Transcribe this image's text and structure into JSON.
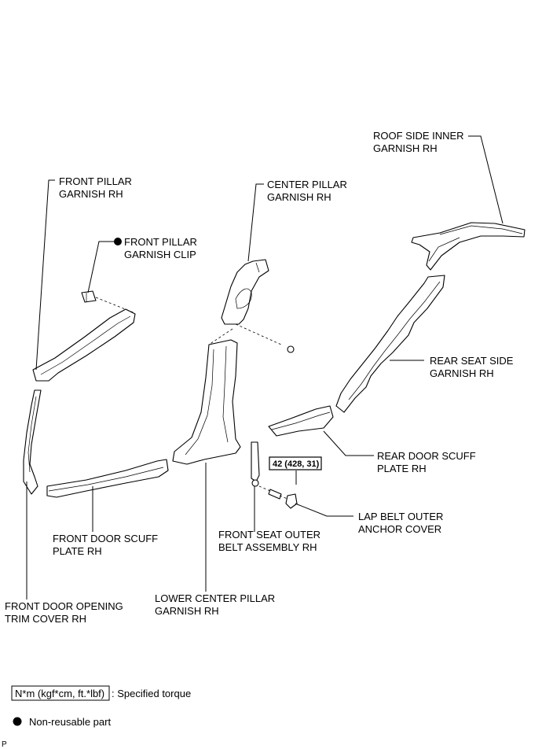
{
  "labels": {
    "roof_side_inner": [
      "ROOF SIDE INNER",
      "GARNISH RH"
    ],
    "front_pillar": [
      "FRONT PILLAR",
      "GARNISH RH"
    ],
    "center_pillar": [
      "CENTER PILLAR",
      "GARNISH RH"
    ],
    "front_pillar_clip": [
      "FRONT PILLAR",
      "GARNISH CLIP"
    ],
    "rear_seat_side": [
      "REAR SEAT SIDE",
      "GARNISH RH"
    ],
    "rear_door_scuff": [
      "REAR DOOR SCUFF",
      "PLATE RH"
    ],
    "lap_belt_cover": [
      "LAP BELT OUTER",
      "ANCHOR COVER"
    ],
    "front_door_scuff": [
      "FRONT DOOR SCUFF",
      "PLATE RH"
    ],
    "front_seat_belt": [
      "FRONT SEAT OUTER",
      "BELT ASSEMBLY RH"
    ],
    "lower_center_pillar": [
      "LOWER CENTER PILLAR",
      "GARNISH RH"
    ],
    "front_door_opening": [
      "FRONT DOOR OPENING",
      "TRIM COVER RH"
    ]
  },
  "torque": "42 (428, 31)",
  "legend": {
    "torque_box": "N*m (kgf*cm, ft.*lbf)",
    "torque_text": ": Specified torque",
    "nonreusable_text": "Non-reusable part"
  },
  "corner_mark": "P"
}
